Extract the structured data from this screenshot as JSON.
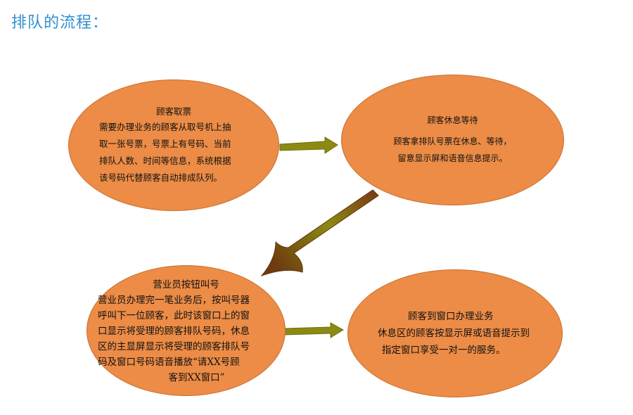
{
  "title": "排队的流程：",
  "nodes": [
    {
      "title": "顾客取票",
      "lines": [
        "需要办理业务的顾客从取号机上抽",
        "取一张号票，号票上有号码、当前",
        "排队人数、时间等信息，系统根据",
        "该号码代替顾客自动排成队列。"
      ]
    },
    {
      "title": "顾客休息等待",
      "lines": [
        "顾客拿排队号票在休息、等待，",
        "留意显示屏和语音信息提示。"
      ]
    },
    {
      "title": "营业员按钮叫号",
      "lines": [
        "营业员办理完一笔业务后，按叫号器",
        "呼叫下一位顾客，此时该窗口上的窗",
        "口显示将受理的顾客排队号码，休息",
        "区的主显屏显示将受理的顾客排队号",
        "码及窗口号码语音播放“请XX号顾",
        "客到XX窗口”"
      ]
    },
    {
      "title": "顾客到窗口办理业务",
      "lines": [
        "休息区的顾客按显示屏或语音提示到",
        "指定窗口享受一对一的服务。"
      ]
    }
  ],
  "colors": {
    "title": "#2f8fd0",
    "node_fill": "#ec8c46",
    "arrow_olive": "#8c8a12",
    "arrow_brown": "#7a3e12"
  }
}
